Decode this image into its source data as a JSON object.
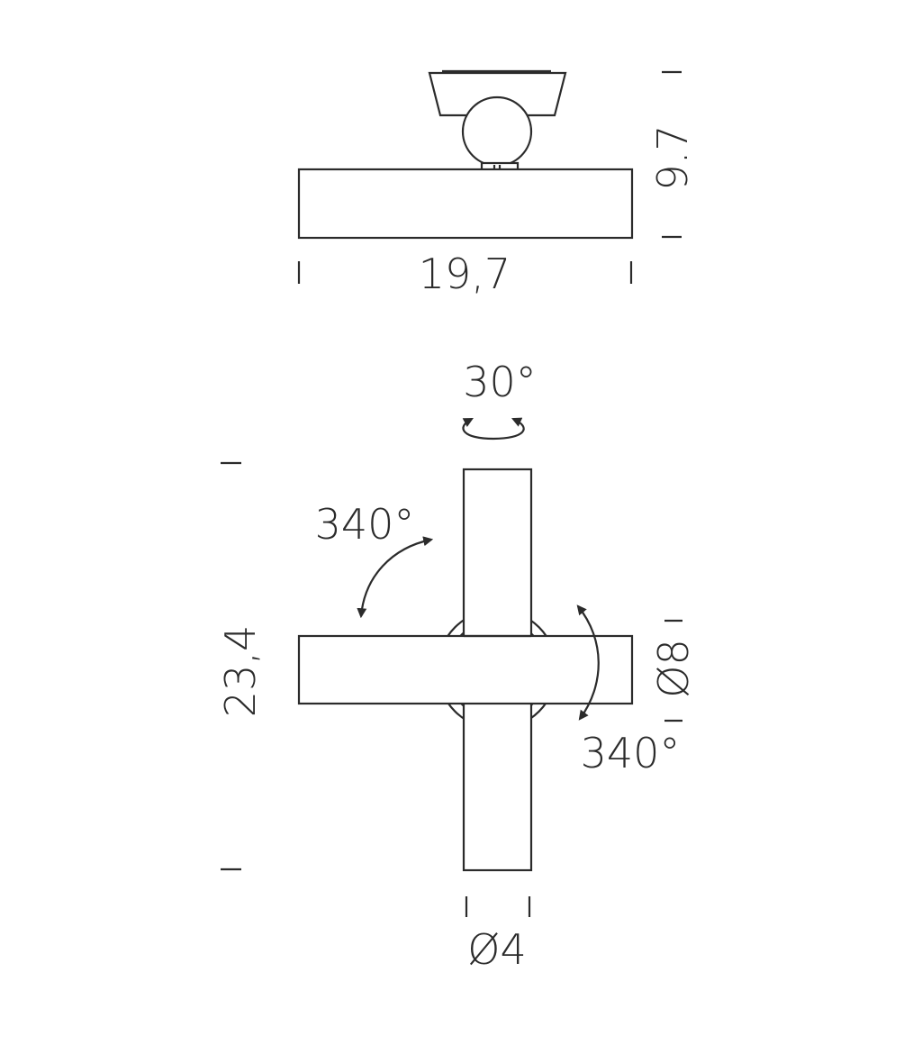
{
  "side_view": {
    "height_label": "9.7",
    "width_label": "19,7"
  },
  "front_view": {
    "rotation_top_label": "30°",
    "rotation_left_label": "340°",
    "rotation_right_label": "340°",
    "height_label": "23,4",
    "diameter_large_label": "Ø8",
    "diameter_small_label": "Ø4"
  }
}
